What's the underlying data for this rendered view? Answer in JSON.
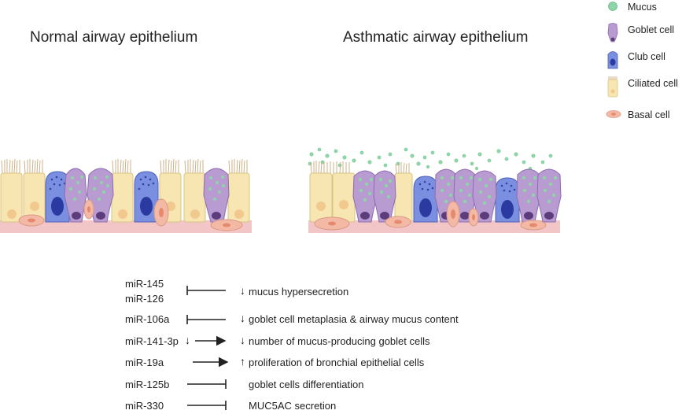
{
  "titles": {
    "normal": "Normal airway epithelium",
    "asthma": "Asthmatic airway epithelium"
  },
  "legend": [
    {
      "icon": "mucus-icon",
      "label": "Mucus",
      "color": "#8fd3a8"
    },
    {
      "icon": "goblet-cell-icon",
      "label": "Goblet cell",
      "color": "#b79bd1"
    },
    {
      "icon": "club-cell-icon",
      "label": "Club cell",
      "color": "#7b8fe0"
    },
    {
      "icon": "ciliated-cell-icon",
      "label": "Ciliated cell",
      "color": "#f7e6b2"
    },
    {
      "icon": "basal-cell-icon",
      "label": "Basal cell",
      "color": "#f4b9a4"
    }
  ],
  "regulation": [
    {
      "mirna": "miR-145",
      "mirna2": "miR-126",
      "mirna_arrow": "",
      "link": "inhibit",
      "effect_arrow": "↓",
      "effect": "mucus hypersecretion"
    },
    {
      "mirna": "miR-106a",
      "mirna_arrow": "",
      "link": "inhibit",
      "effect_arrow": "↓",
      "effect": "goblet cell metaplasia & airway mucus content"
    },
    {
      "mirna": "miR-141-3p",
      "mirna_arrow": "↓",
      "link": "activate",
      "effect_arrow": "↓",
      "effect": "number of mucus-producing goblet cells"
    },
    {
      "mirna": "miR-19a",
      "mirna_arrow": "",
      "link": "activate",
      "effect_arrow": "↑",
      "effect": "proliferation of bronchial epithelial cells"
    },
    {
      "mirna": "miR-125b",
      "mirna_arrow": "",
      "link": "inhibit",
      "effect_arrow": "",
      "effect": "goblet cells differentiation"
    },
    {
      "mirna": "miR-330",
      "mirna_arrow": "",
      "link": "inhibit",
      "effect_arrow": "",
      "effect": "MUC5AC secretion"
    }
  ],
  "colors": {
    "mucus": "#8fd3a8",
    "goblet": "#b79bd1",
    "club": "#7b8fe0",
    "ciliated": "#f7e6b2",
    "basal": "#f4b9a4",
    "membrane": "#f2c6c6"
  }
}
